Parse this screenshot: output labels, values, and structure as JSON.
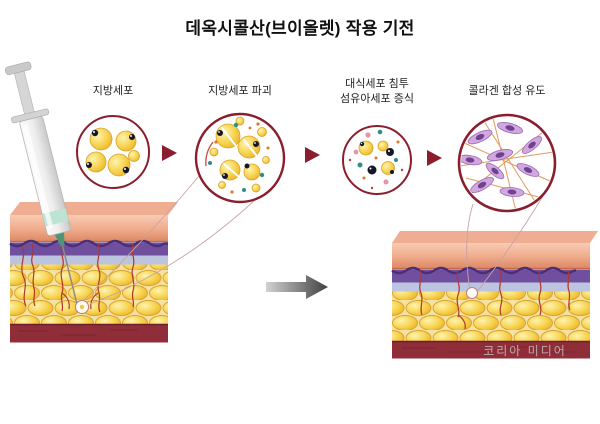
{
  "title": "데옥시콜산(브이올렛) 작용 기전",
  "stages": [
    {
      "lines": [
        "지방세포"
      ]
    },
    {
      "lines": [
        "지방세포 파괴"
      ]
    },
    {
      "lines": [
        "대식세포 침투",
        "섬유아세포 증식"
      ]
    },
    {
      "lines": [
        "콜라겐 합성 유도"
      ]
    }
  ],
  "watermark": "코리아 미디어",
  "colors": {
    "accent_dark_red": "#8b1e2e",
    "fat_yellow": "#f2c53d",
    "collagen_purple": "#b07cc6",
    "skin_salmon": "#efae92",
    "dermis_purple": "#6f4f9e",
    "hypodermis_lavender": "#bdc4e0",
    "muscle_maroon": "#8f2d38",
    "arrow_gray": "#404040"
  }
}
